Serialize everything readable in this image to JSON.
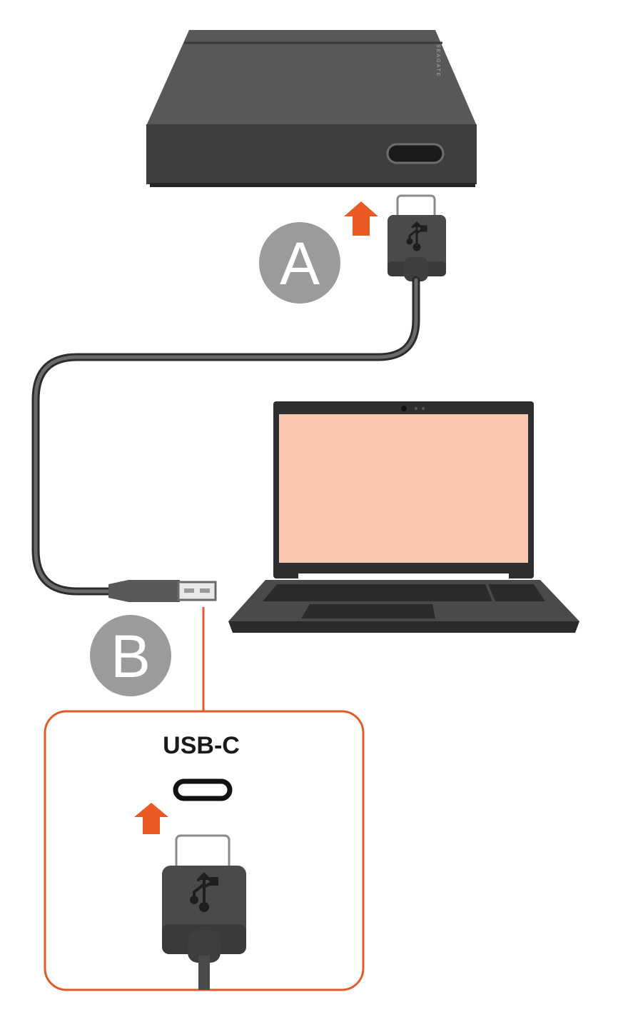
{
  "brand": {
    "logo_text": "SEAGATE"
  },
  "steps": {
    "a": {
      "label": "A"
    },
    "b": {
      "label": "B"
    }
  },
  "detail": {
    "title": "USB-C"
  },
  "icons": {
    "arrow": "up-arrow-icon",
    "usb": "usb-trident-icon"
  },
  "colors": {
    "drive_top": "#58585a",
    "drive_front": "#3e3e40",
    "drive_edge": "#2b2b2d",
    "connector": "#4a4a4c",
    "cable": "#58585a",
    "arrow": "#ea5a24",
    "callout_line": "#e05a2a",
    "badge": "#9b9b9b",
    "screen": "#f9c8ae",
    "laptop_body": "#3b3b3d"
  }
}
